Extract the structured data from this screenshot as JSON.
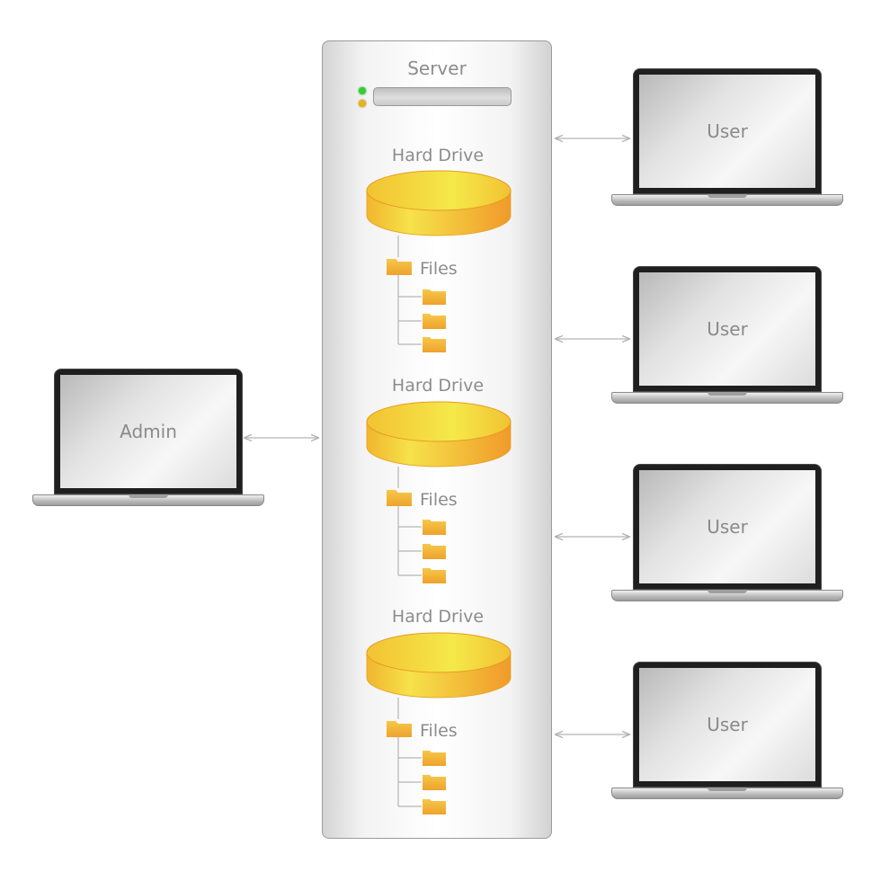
{
  "server": {
    "label": "Server",
    "led_colors": {
      "power": "#2fd12f",
      "activity": "#e8b21f"
    },
    "drives": [
      {
        "label": "Hard Drive",
        "folder_label": "Files",
        "subfolder_count": 3
      },
      {
        "label": "Hard Drive",
        "folder_label": "Files",
        "subfolder_count": 3
      },
      {
        "label": "Hard Drive",
        "folder_label": "Files",
        "subfolder_count": 3
      }
    ]
  },
  "admin": {
    "label": "Admin"
  },
  "users": [
    {
      "label": "User"
    },
    {
      "label": "User"
    },
    {
      "label": "User"
    },
    {
      "label": "User"
    }
  ],
  "colors": {
    "disk_top_start": "#f2c232",
    "disk_top_end": "#f5e94a",
    "disk_side": "#f0a72a",
    "folder": "#f2b035",
    "connector": "#b5b5b5",
    "label_text": "#8c8c8c"
  }
}
